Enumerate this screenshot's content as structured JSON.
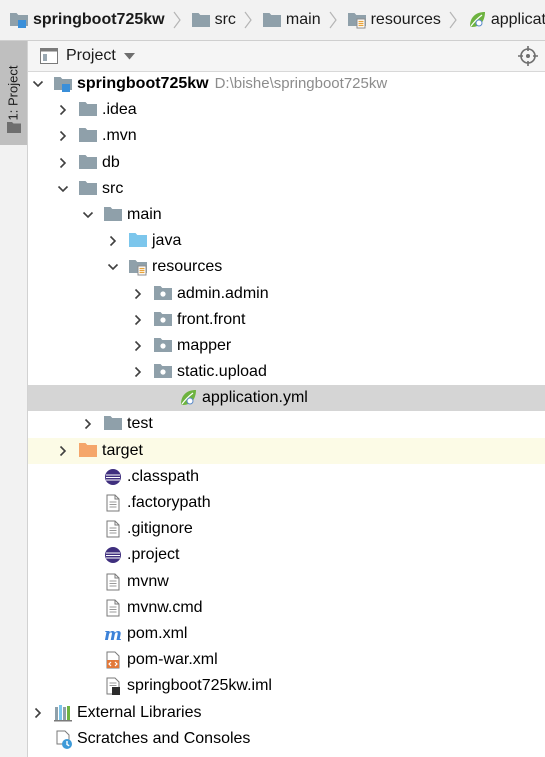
{
  "colors": {
    "folder": "#8fa0aa",
    "source_folder": "#7cc6ec",
    "excluded_folder": "#f5a66a",
    "selected_row": "#d5d5d5",
    "excluded_row": "#fcfbe6",
    "spring_green": "#6db33f",
    "maven_blue": "#3d82d8",
    "eclipse_purple": "#3f2f7e",
    "xml_orange": "#e2793a"
  },
  "breadcrumb": [
    {
      "label": "springboot725kw",
      "icon": "module-folder-icon"
    },
    {
      "label": "src",
      "icon": "folder-icon"
    },
    {
      "label": "main",
      "icon": "folder-icon"
    },
    {
      "label": "resources",
      "icon": "resources-folder-icon"
    },
    {
      "label": "application.yml",
      "icon": "spring-leaf-icon"
    }
  ],
  "side_tab": {
    "label": "1: Project"
  },
  "project_panel": {
    "title": "Project",
    "view_menu_icon": "chevron-down-icon",
    "locate_icon": "crosshair-icon"
  },
  "tree": [
    {
      "label": "springboot725kw",
      "path": "D:\\bishe\\springboot725kw",
      "level": 0,
      "state": "expanded",
      "icon": "module-folder-icon",
      "bold": true
    },
    {
      "label": ".idea",
      "level": 1,
      "state": "collapsed",
      "icon": "folder-icon"
    },
    {
      "label": ".mvn",
      "level": 1,
      "state": "collapsed",
      "icon": "folder-icon"
    },
    {
      "label": "db",
      "level": 1,
      "state": "collapsed",
      "icon": "folder-icon"
    },
    {
      "label": "src",
      "level": 1,
      "state": "expanded",
      "icon": "folder-icon"
    },
    {
      "label": "main",
      "level": 2,
      "state": "expanded",
      "icon": "folder-icon"
    },
    {
      "label": "java",
      "level": 3,
      "state": "collapsed",
      "icon": "source-folder-icon"
    },
    {
      "label": "resources",
      "level": 3,
      "state": "expanded",
      "icon": "resources-folder-icon"
    },
    {
      "label": "admin.admin",
      "level": 4,
      "state": "collapsed",
      "icon": "package-folder-icon"
    },
    {
      "label": "front.front",
      "level": 4,
      "state": "collapsed",
      "icon": "package-folder-icon"
    },
    {
      "label": "mapper",
      "level": 4,
      "state": "collapsed",
      "icon": "package-folder-icon"
    },
    {
      "label": "static.upload",
      "level": 4,
      "state": "collapsed",
      "icon": "package-folder-icon"
    },
    {
      "label": "application.yml",
      "level": 5,
      "state": "none",
      "icon": "spring-leaf-icon",
      "selected": true
    },
    {
      "label": "test",
      "level": 2,
      "state": "collapsed",
      "icon": "folder-icon"
    },
    {
      "label": "target",
      "level": 1,
      "state": "collapsed",
      "icon": "excluded-folder-icon",
      "excluded": true
    },
    {
      "label": ".classpath",
      "level": 2,
      "state": "none",
      "icon": "eclipse-icon"
    },
    {
      "label": ".factorypath",
      "level": 2,
      "state": "none",
      "icon": "file-icon"
    },
    {
      "label": ".gitignore",
      "level": 2,
      "state": "none",
      "icon": "file-icon"
    },
    {
      "label": ".project",
      "level": 2,
      "state": "none",
      "icon": "eclipse-icon"
    },
    {
      "label": "mvnw",
      "level": 2,
      "state": "none",
      "icon": "file-icon"
    },
    {
      "label": "mvnw.cmd",
      "level": 2,
      "state": "none",
      "icon": "file-icon"
    },
    {
      "label": "pom.xml",
      "level": 2,
      "state": "none",
      "icon": "maven-icon"
    },
    {
      "label": "pom-war.xml",
      "level": 2,
      "state": "none",
      "icon": "xml-file-icon"
    },
    {
      "label": "springboot725kw.iml",
      "level": 2,
      "state": "none",
      "icon": "iml-file-icon"
    },
    {
      "label": "External Libraries",
      "level": 0,
      "state": "collapsed",
      "icon": "library-icon"
    },
    {
      "label": "Scratches and Consoles",
      "level": 0,
      "state": "none",
      "icon": "scratches-icon"
    }
  ]
}
